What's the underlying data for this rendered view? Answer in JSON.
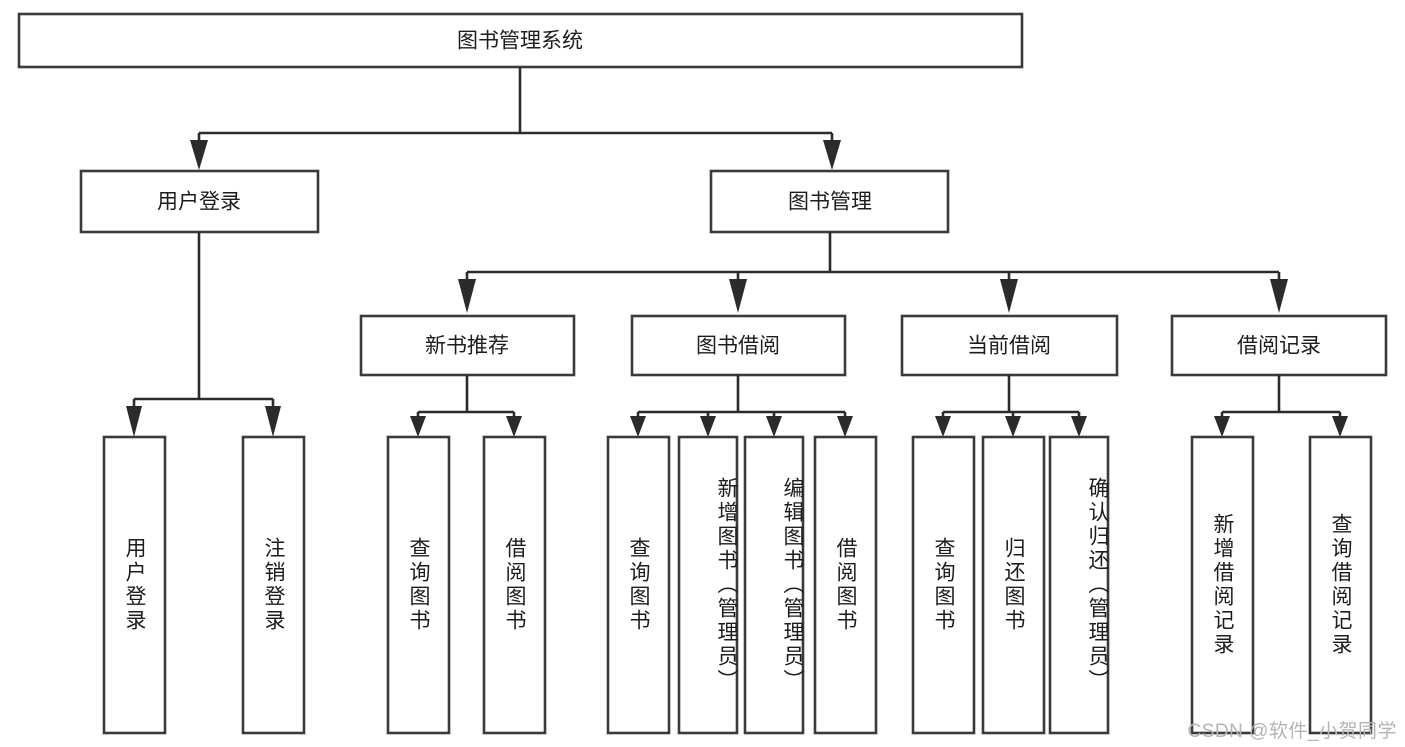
{
  "diagram": {
    "type": "hierarchy-tree",
    "title": "图书管理系统",
    "orientation": "top-down",
    "watermark": "CSDN @软件_小贺同学",
    "colors": {
      "box_stroke": "#3a3a3a",
      "box_fill": "#ffffff",
      "connector": "#2b2b2b",
      "label_text": "#1d1d1d",
      "watermark_text": "#b4b4b4",
      "canvas": "#ffffff"
    },
    "root": {
      "label": "图书管理系统"
    },
    "level2": [
      {
        "id": "user-login",
        "label": "用户登录"
      },
      {
        "id": "book-manage",
        "label": "图书管理"
      }
    ],
    "level3": [
      {
        "id": "new-book-recommend",
        "label": "新书推荐",
        "parent": "book-manage"
      },
      {
        "id": "book-borrow",
        "label": "图书借阅",
        "parent": "book-manage"
      },
      {
        "id": "current-borrow",
        "label": "当前借阅",
        "parent": "book-manage"
      },
      {
        "id": "borrow-record",
        "label": "借阅记录",
        "parent": "book-manage"
      }
    ],
    "leaves": [
      {
        "id": "leaf-user-login",
        "label": "用户登录",
        "parent": "user-login",
        "align": "middle"
      },
      {
        "id": "leaf-logout-login",
        "label": "注销登录",
        "parent": "user-login",
        "align": "middle"
      },
      {
        "id": "leaf-query-book-1",
        "label": "查询图书",
        "parent": "new-book-recommend",
        "align": "middle"
      },
      {
        "id": "leaf-borrow-book-1",
        "label": "借阅图书",
        "parent": "new-book-recommend",
        "align": "middle"
      },
      {
        "id": "leaf-query-book-2",
        "label": "查询图书",
        "parent": "book-borrow",
        "align": "middle"
      },
      {
        "id": "leaf-add-book",
        "label": "新增图书（管理员）",
        "parent": "book-borrow",
        "align": "top"
      },
      {
        "id": "leaf-edit-book",
        "label": "编辑图书（管理员）",
        "parent": "book-borrow",
        "align": "top"
      },
      {
        "id": "leaf-borrow-book-2",
        "label": "借阅图书",
        "parent": "book-borrow",
        "align": "middle"
      },
      {
        "id": "leaf-query-book-3",
        "label": "查询图书",
        "parent": "current-borrow",
        "align": "middle"
      },
      {
        "id": "leaf-return-book",
        "label": "归还图书",
        "parent": "current-borrow",
        "align": "middle"
      },
      {
        "id": "leaf-confirm-return",
        "label": "确认归还（管理员）",
        "parent": "current-borrow",
        "align": "top"
      },
      {
        "id": "leaf-add-borrow-record",
        "label": "新增借阅记录",
        "parent": "borrow-record",
        "align": "middle"
      },
      {
        "id": "leaf-query-borrow-record",
        "label": "查询借阅记录",
        "parent": "borrow-record",
        "align": "middle"
      }
    ]
  }
}
